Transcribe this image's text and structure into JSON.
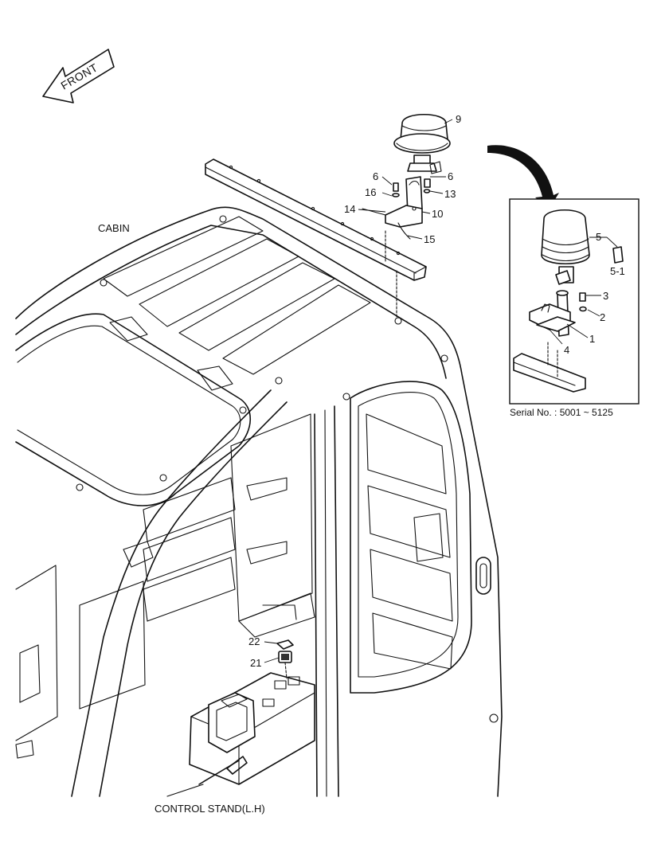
{
  "diagram": {
    "front_arrow": "FRONT",
    "cabin_label": "CABIN",
    "control_stand_label": "CONTROL STAND(L.H)",
    "serial_note": "Serial No. : 5001 ~ 5125",
    "callouts": {
      "c9": "9",
      "c6a": "6",
      "c6b": "6",
      "c16": "16",
      "c13": "13",
      "c14": "14",
      "c10": "10",
      "c15": "15",
      "c22": "22",
      "c21": "21"
    },
    "inset_callouts": {
      "c5": "5",
      "c5_1": "5-1",
      "c3": "3",
      "c2": "2",
      "c1": "1",
      "c4": "4"
    }
  }
}
